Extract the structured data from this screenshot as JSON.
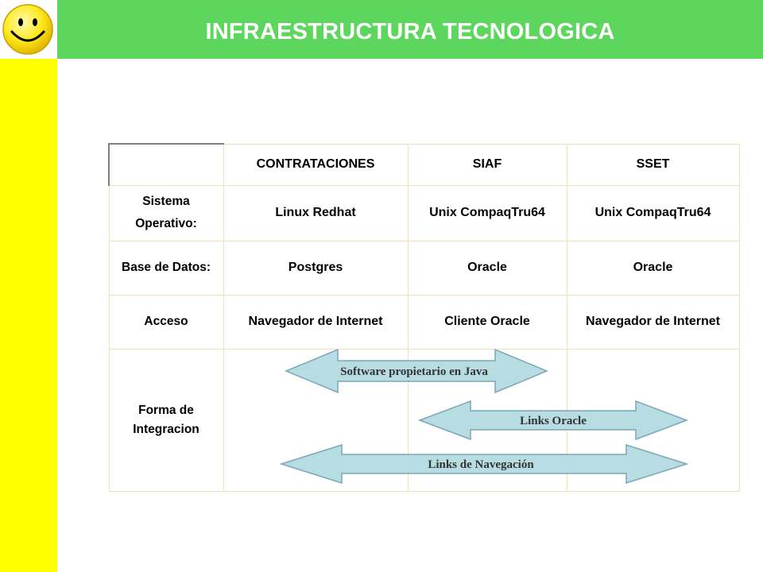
{
  "header": {
    "title": "INFRAESTRUCTURA TECNOLOGICA"
  },
  "colors": {
    "title_bar": "#5cd65c",
    "left_bar": "#ffff00",
    "arrow_fill": "#b7dde3",
    "arrow_stroke": "#7aa7b8"
  },
  "table": {
    "columns": [
      "",
      "CONTRATACIONES",
      "SIAF",
      "SSET"
    ],
    "rows": [
      {
        "label": "Sistema Operativo:",
        "cells": [
          "Linux Redhat",
          "Unix CompaqTru64",
          "Unix CompaqTru64"
        ]
      },
      {
        "label": "Base de Datos:",
        "cells": [
          "Postgres",
          "Oracle",
          "Oracle"
        ]
      },
      {
        "label": "Acceso",
        "cells": [
          "Navegador de Internet",
          "Cliente Oracle",
          "Navegador de Internet"
        ]
      },
      {
        "label": "Forma de Integracion",
        "cells": [
          "",
          "",
          ""
        ]
      }
    ]
  },
  "arrows": {
    "java": "Software propietario en Java",
    "oracle": "Links Oracle",
    "navegacion": "Links de Navegación"
  }
}
